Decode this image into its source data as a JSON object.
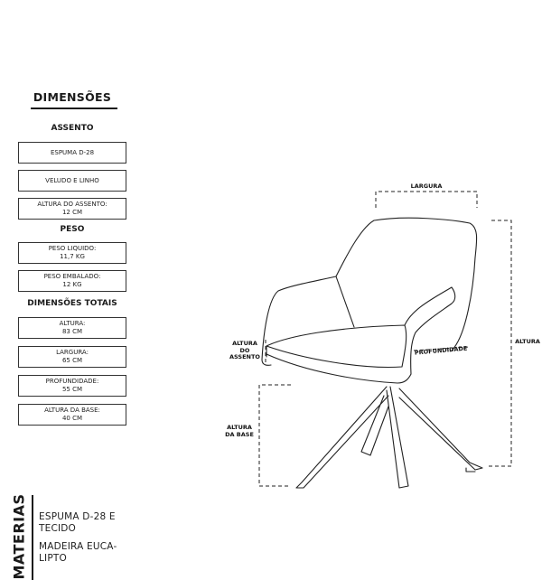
{
  "title": "DIMENSÕES",
  "sections": {
    "assento": "ASSENTO",
    "peso": "PESO",
    "totais": "DIMENSÕES TOTAIS"
  },
  "boxes": {
    "espuma": [
      "ESPUMA D-28"
    ],
    "tecido": [
      "VELUDO E LINHO"
    ],
    "altura_assento": [
      "ALTURA DO ASSENTO:",
      "12 CM"
    ],
    "peso_liquido": [
      "PESO LIQUIDO:",
      "11,7 KG"
    ],
    "peso_embalado": [
      "PESO EMBALADO:",
      "12 KG"
    ],
    "altura": [
      "ALTURA:",
      "83 CM"
    ],
    "largura": [
      "LARGURA:",
      "65 CM"
    ],
    "profundidade": [
      "PROFUNDIDADE:",
      "55 CM"
    ],
    "altura_base": [
      "ALTURA DA BASE:",
      "40 CM"
    ]
  },
  "diagram_labels": {
    "largura": "LARGURA",
    "altura": "ALTURA",
    "profundidade": "PROFUNDIDADE",
    "altura_do_assento": [
      "ALTURA",
      "DO",
      "ASSENTO"
    ],
    "altura_da_base": [
      "ALTURA",
      "DA BASE"
    ]
  },
  "materias": {
    "label": "MATERIAS",
    "lines": [
      "ESPUMA D-28 E",
      "TECIDO",
      "MADEIRA EUCA-",
      "LIPTO"
    ]
  }
}
